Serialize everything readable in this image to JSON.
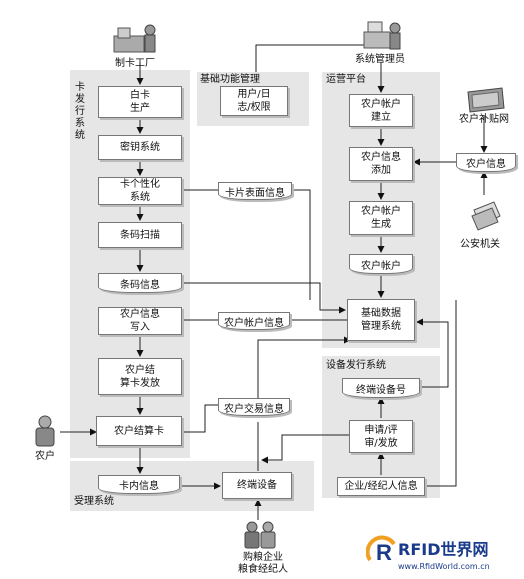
{
  "actors": {
    "card_factory": "制卡工厂",
    "sys_admin": "系统管理员",
    "subsidy_net": "农户补贴网",
    "police": "公安机关",
    "farmer": "农户",
    "buyer": "购粮企业\n粮食经纪人"
  },
  "panels": {
    "card_issue": "卡发行系统",
    "basic_mgmt": "基础功能管理",
    "ops_platform": "运营平台",
    "device_issue": "设备发行系统",
    "accept": "受理系统"
  },
  "boxes": {
    "blank_card": "白卡\n生产",
    "key_system": "密钥系统",
    "personalize": "卡个性化\n系统",
    "barcode_scan": "条码扫描",
    "barcode_info": "条码信息",
    "write_info": "农户信息\n写入",
    "settle_issue": "农户结\n算卡发放",
    "settle_card": "农户结算卡",
    "user_log": "用户/日\n志/权限",
    "acct_create": "农户帐户\n建立",
    "info_add": "农户信息\n添加",
    "acct_gen": "农户帐户\n生成",
    "acct": "农户帐户",
    "base_data": "基础数据\n管理系统",
    "terminal_no": "终端设备号",
    "apply": "申请/评\n审/发放",
    "ent_info": "企业/经纪人信息",
    "card_inner": "卡内信息",
    "terminal": "终端设备",
    "card_face": "卡片表面信息",
    "acct_info": "农户帐户信息",
    "trans_info": "农户交易信息",
    "farmer_info": "农户信息"
  },
  "watermark": {
    "brand": "RFID世界网",
    "url": "www.RfidWorld.com.cn"
  }
}
